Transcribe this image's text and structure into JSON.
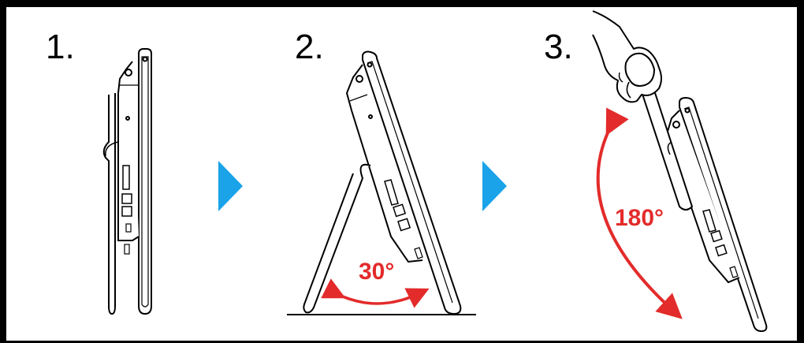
{
  "steps": [
    {
      "number": "1."
    },
    {
      "number": "2.",
      "angle_label": "30°"
    },
    {
      "number": "3.",
      "angle_label": "180°"
    }
  ],
  "colors": {
    "arrow": "#1aa3e8",
    "angle": "#e32b2b",
    "line": "#000000"
  },
  "icons": [
    "next-step-arrow-icon",
    "next-step-arrow-icon",
    "rotation-arrow-icon",
    "hand-icon"
  ]
}
